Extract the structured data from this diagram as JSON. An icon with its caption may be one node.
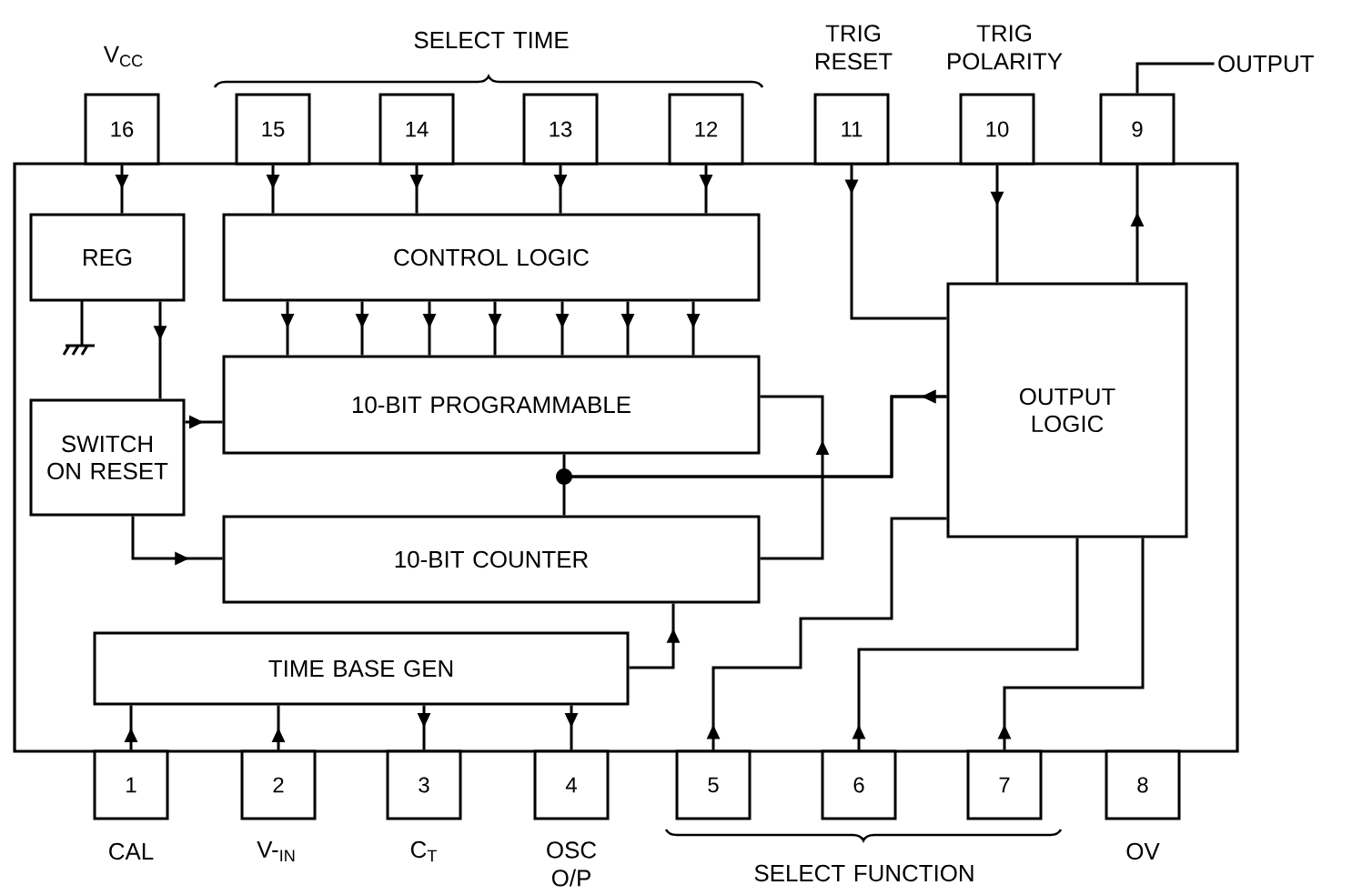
{
  "diagram": {
    "nodes": [
      {
        "text": [],
        "shape": "box"
      },
      {
        "text": [
          "16"
        ],
        "beside": [
          "V$_{CC}$"
        ]
      },
      {
        "text": [
          "15"
        ]
      },
      {
        "text": [
          "14"
        ]
      },
      {
        "text": [
          "13"
        ]
      },
      {
        "text": [
          "12"
        ]
      },
      {
        "text": [
          "11"
        ],
        "beside": [
          "TRIG RESET"
        ]
      },
      {
        "text": [
          "10"
        ],
        "beside": [
          "TRIG POLARITY"
        ]
      },
      {
        "text": [
          "9"
        ]
      },
      {
        "text": [
          "OUTPUT"
        ]
      },
      {
        "text": [
          "REG"
        ],
        "in": 0
      },
      {
        "text": [
          "CONTROL LOGIC"
        ],
        "in": 0
      },
      {
        "text": [
          "10-BIT PROGRAMMABLE"
        ],
        "in": 0
      },
      {
        "text": [
          "SWITCH ON RESET"
        ],
        "in": 0
      },
      {
        "text": [
          "OUTPUT LOGIC"
        ],
        "in": 0
      },
      {
        "text": [
          "10-BIT COUNTER"
        ],
        "in": 0
      },
      {
        "text": [
          "TIME BASE GEN"
        ],
        "in": 0
      },
      {
        "text": [
          "1"
        ],
        "beside": [
          "CAL"
        ]
      },
      {
        "text": [
          "2"
        ],
        "beside": [
          "V-$_{IN}$"
        ]
      },
      {
        "text": [
          "3"
        ],
        "beside": [
          "C$_{T}$"
        ]
      },
      {
        "text": [
          "4"
        ],
        "beside": [
          "OSC O/P"
        ]
      },
      {
        "text": [
          "5"
        ]
      },
      {
        "text": [
          "6"
        ]
      },
      {
        "text": [
          "7"
        ]
      },
      {
        "text": [
          "8"
        ],
        "beside": [
          "OV"
        ]
      }
    ],
    "edges": [
      {
        "from": 1,
        "to": 10,
        "arrow": "to"
      },
      {
        "from": 2,
        "to": 11,
        "arrow": "to"
      },
      {
        "from": 3,
        "to": 11,
        "arrow": "to"
      },
      {
        "from": 4,
        "to": 11,
        "arrow": "to"
      },
      {
        "from": 5,
        "to": 11,
        "arrow": "to"
      },
      {
        "from": 11,
        "to": 12,
        "arrow": "to"
      },
      {
        "from": 11,
        "to": 12,
        "arrow": "to"
      },
      {
        "from": 11,
        "to": 12,
        "arrow": "to"
      },
      {
        "from": 11,
        "to": 12,
        "arrow": "to"
      },
      {
        "from": 11,
        "to": 12,
        "arrow": "to"
      },
      {
        "from": 11,
        "to": 12,
        "arrow": "to"
      },
      {
        "from": 11,
        "to": 12,
        "arrow": "to"
      },
      {
        "from": 10,
        "to": 13,
        "arrow": "to"
      },
      {
        "from": 13,
        "to": 12,
        "arrow": "to"
      },
      {
        "from": 13,
        "to": 15,
        "arrow": "to"
      },
      {
        "from": 14,
        "to": 12,
        "arrow": "to"
      },
      {
        "from": 14,
        "to": 15,
        "arrow": "to"
      },
      {
        "from": 15,
        "to": 12,
        "arrow": "to"
      },
      {
        "from": 16,
        "to": 15,
        "arrow": "to"
      },
      {
        "from": 17,
        "to": 16,
        "arrow": "to"
      },
      {
        "from": 18,
        "to": 16,
        "arrow": "to"
      },
      {
        "from": 16,
        "to": 19,
        "arrow": "to"
      },
      {
        "from": 16,
        "to": 20,
        "arrow": "to"
      },
      {
        "from": 6,
        "to": 14,
        "arrow": "to"
      },
      {
        "from": 7,
        "to": 14,
        "arrow": "to"
      },
      {
        "from": 14,
        "to": 8,
        "arrow": "to"
      },
      {
        "from": 8,
        "to": 9,
        "arrow": "none"
      },
      {
        "from": 21,
        "to": 14,
        "arrow": "to"
      },
      {
        "from": 22,
        "to": 14,
        "arrow": "to"
      },
      {
        "from": 23,
        "to": 14,
        "arrow": "to"
      }
    ],
    "labels": [
      "SELECT TIME",
      "SELECT FUNCTION"
    ]
  }
}
